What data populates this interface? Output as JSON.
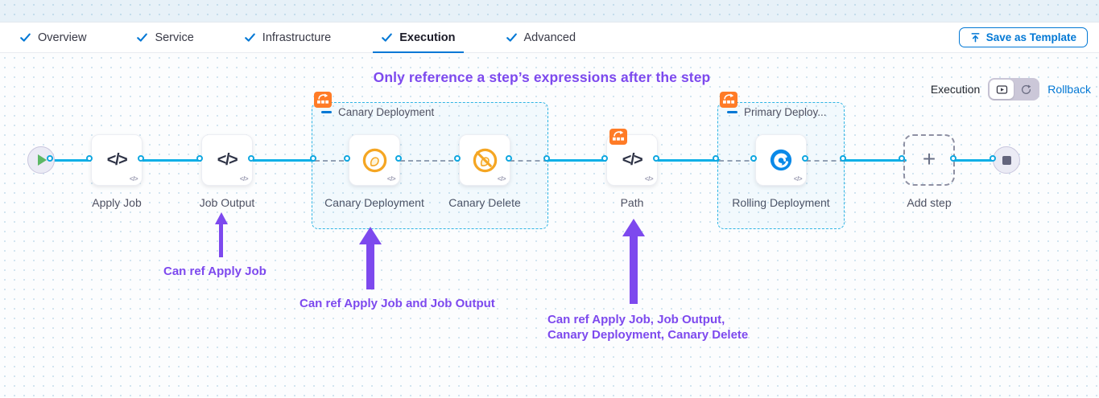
{
  "tabs": [
    {
      "label": "Overview",
      "completed": true,
      "active": false
    },
    {
      "label": "Service",
      "completed": true,
      "active": false
    },
    {
      "label": "Infrastructure",
      "completed": true,
      "active": false
    },
    {
      "label": "Execution",
      "completed": true,
      "active": true
    },
    {
      "label": "Advanced",
      "completed": true,
      "active": false
    }
  ],
  "toolbar": {
    "save_template_label": "Save as Template"
  },
  "canvas": {
    "title": "Only reference a step’s expressions after the step",
    "mode": {
      "label": "Execution",
      "selected": "execution",
      "rollback_label": "Rollback"
    }
  },
  "nodes": {
    "apply_job": {
      "label": "Apply Job",
      "type": "shell-script"
    },
    "job_output": {
      "label": "Job Output",
      "type": "shell-script"
    },
    "canary_deployment": {
      "label": "Canary Deployment",
      "type": "k8s-canary-deploy"
    },
    "canary_delete": {
      "label": "Canary Delete",
      "type": "k8s-canary-delete"
    },
    "path": {
      "label": "Path",
      "type": "shell-script"
    },
    "rolling_deployment": {
      "label": "Rolling Deployment",
      "type": "k8s-rolling-deploy"
    },
    "add_step": {
      "label": "Add step"
    }
  },
  "groups": {
    "canary": {
      "title": "Canary Deployment"
    },
    "primary": {
      "title": "Primary Deploy..."
    }
  },
  "annotations": {
    "a1": {
      "text": "Can ref Apply Job"
    },
    "a2": {
      "text": "Can ref Apply Job and Job Output"
    },
    "a3": {
      "line1": "Can ref Apply Job, Job Output,",
      "line2": "Canary Deployment, Canary Delete"
    }
  },
  "colors": {
    "accent_blue": "#0278d5",
    "flow_blue": "#0fb0e7",
    "annotation_purple": "#7d49ee",
    "badge_orange": "#ff7b26",
    "canary_orange": "#f5a623",
    "rolling_blue": "#0a89e8"
  }
}
